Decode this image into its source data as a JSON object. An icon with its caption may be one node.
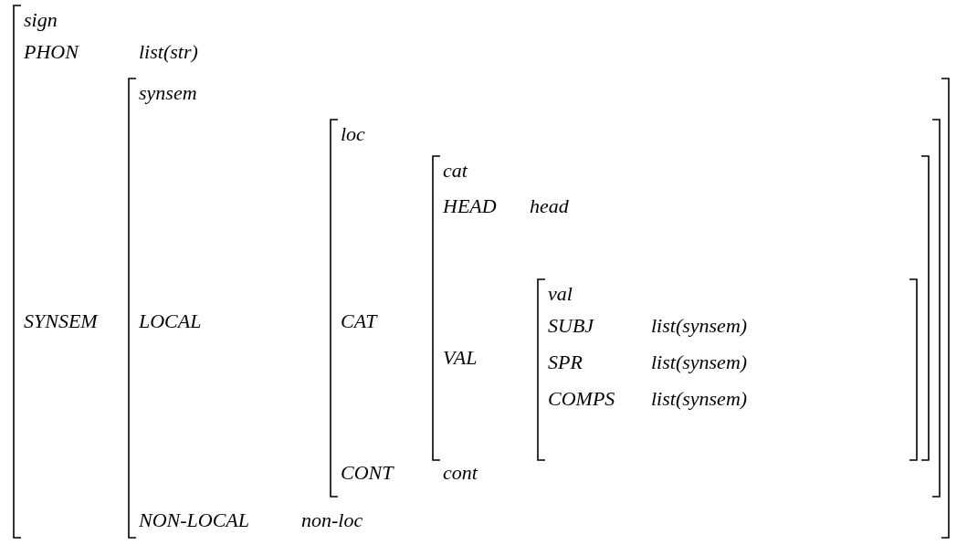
{
  "diagram": {
    "nodes": [
      {
        "text": [
          "sign"
        ]
      },
      {
        "text": [
          "synsem"
        ],
        "in": 0
      },
      {
        "text": [
          "loc"
        ],
        "in": 1
      },
      {
        "text": [
          "cat"
        ],
        "in": 2
      },
      {
        "text": [
          "val"
        ],
        "in": 3
      }
    ],
    "labels": [
      "PHON",
      "list(str)",
      "SYNSEM",
      "LOCAL",
      "CAT",
      "HEAD",
      "head",
      "VAL",
      "SUBJ",
      "list(synsem)",
      "SPR",
      "list(synsem)",
      "COMPS",
      "list(synsem)",
      "CONT",
      "cont",
      "NON-LOCAL",
      "non-loc"
    ]
  }
}
